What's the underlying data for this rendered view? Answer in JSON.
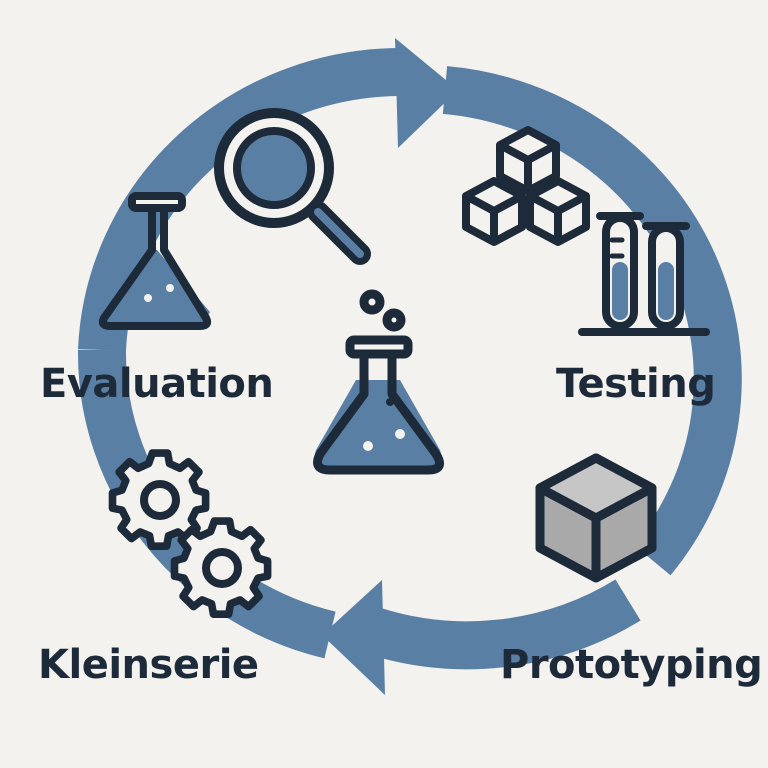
{
  "diagram": {
    "stages": [
      {
        "label": "Evaluation",
        "icon": "erlenmeyer-flask-icon"
      },
      {
        "label": "Testing",
        "icon": "test-tubes-icon"
      },
      {
        "label": "Prototyping",
        "icon": "cube-icon"
      },
      {
        "label": "Kleinserie",
        "icon": "gears-icon"
      }
    ],
    "center_icon": "bubbling-flask-icon",
    "extra_icons": [
      "magnifier-icon",
      "stacked-cubes-icon"
    ],
    "colors": {
      "background": "#f4f2ee",
      "cycle_ring": "#5a7fa5",
      "outline": "#1d2a3a",
      "liquid": "#5a7fa5",
      "cube_fill": "#a9a9aa",
      "label_text": "#1d2a3a"
    }
  }
}
